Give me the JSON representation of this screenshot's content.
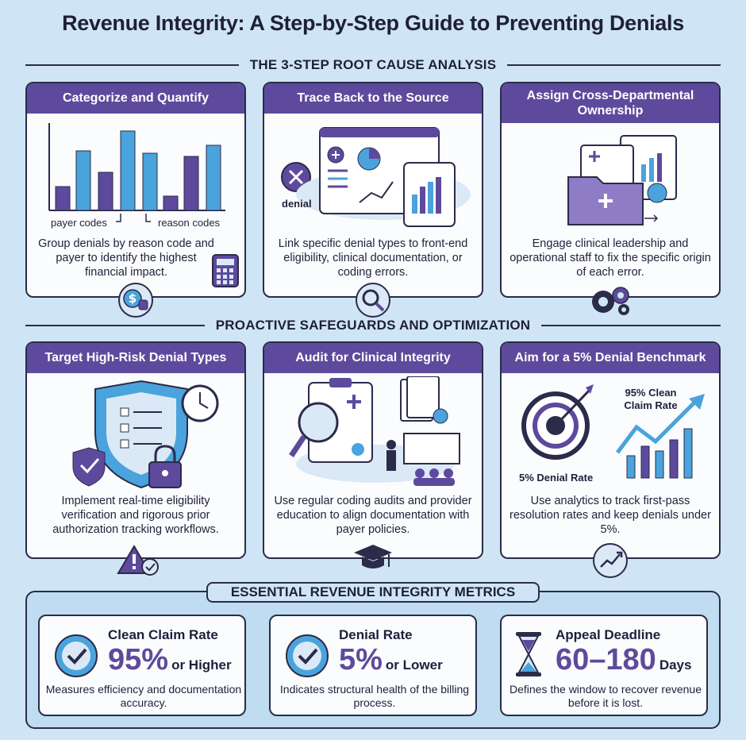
{
  "title": "Revenue Integrity: A Step-by-Step Guide to Preventing Denials",
  "sections": {
    "root_cause": "THE 3-STEP ROOT CAUSE ANALYSIS",
    "safeguards": "PROACTIVE SAFEGUARDS AND OPTIMIZATION",
    "metrics": "ESSENTIAL REVENUE INTEGRITY METRICS"
  },
  "steps": [
    {
      "title": "Categorize and Quantify",
      "text": "Group denials by reason code and payer to identify the highest financial impact.",
      "labels": {
        "payer": "payer codes",
        "reason": "reason codes"
      },
      "icon": "dollar-coins-icon"
    },
    {
      "title": "Trace Back to the Source",
      "text": "Link specific denial types to front-end eligibility, clinical documentation, or coding errors.",
      "labels": {
        "denial": "denial"
      },
      "icon": "magnifier-icon"
    },
    {
      "title": "Assign Cross-Departmental Ownership",
      "text": "Engage clinical leadership and operational staff to fix the specific origin of each error.",
      "icon": "gears-icon"
    }
  ],
  "safeguards": [
    {
      "title": "Target High-Risk Denial Types",
      "text": "Implement real-time eligibility verification and rigorous prior authorization tracking workflows.",
      "icon": "warning-check-icon"
    },
    {
      "title": "Audit for Clinical Integrity",
      "text": "Use regular coding audits and provider education to align documentation with payer policies.",
      "icon": "graduation-cap-icon"
    },
    {
      "title": "Aim for a 5% Denial Benchmark",
      "text": "Use analytics to track first-pass resolution rates and keep denials under 5%.",
      "labels": {
        "clean": "95% Clean Claim Rate",
        "denial": "5% Denial Rate"
      },
      "icon": "trend-up-icon"
    }
  ],
  "metrics": [
    {
      "label": "Clean Claim Rate",
      "value": "95%",
      "suffix": "or Higher",
      "desc": "Measures efficiency and documentation accuracy.",
      "icon": "check-circle-icon"
    },
    {
      "label": "Denial Rate",
      "value": "5%",
      "suffix": "or Lower",
      "desc": "Indicates structural health of the billing process.",
      "icon": "check-circle-icon"
    },
    {
      "label": "Appeal Deadline",
      "value": "60–180",
      "suffix": "Days",
      "desc": "Defines the window to recover revenue before it is lost.",
      "icon": "hourglass-icon"
    }
  ],
  "colors": {
    "purple": "#5e4a9c",
    "blue": "#4aa3dc",
    "light_blue": "#cfe5f5",
    "dark": "#2b2b4a"
  }
}
